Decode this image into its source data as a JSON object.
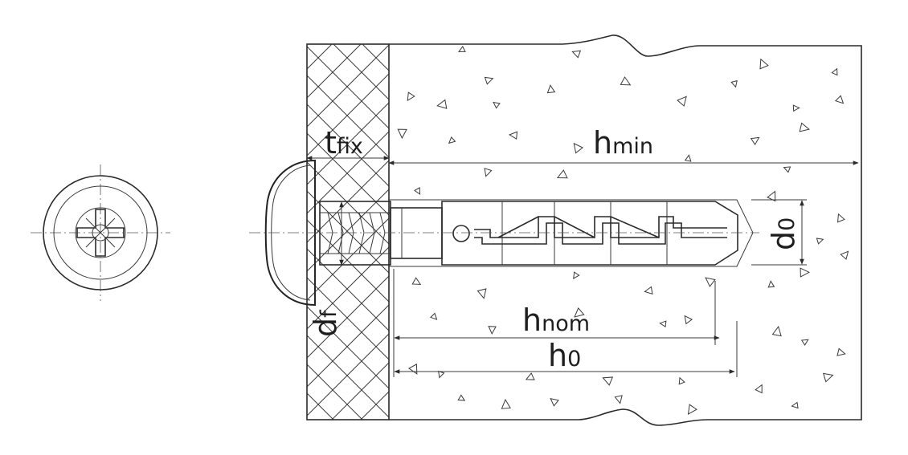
{
  "labels": {
    "t_fix": {
      "main": "t",
      "sub": "fix"
    },
    "h_min": {
      "main": "h",
      "sub": "min"
    },
    "d_0": {
      "main": "d",
      "sub": "0"
    },
    "d_f": {
      "main": "d",
      "sub": "f"
    },
    "h_nom": {
      "main": "h",
      "sub": "nom"
    },
    "h_0": {
      "main": "h",
      "sub": "0"
    }
  },
  "colors": {
    "line": "#2b2b2b",
    "background": "#ffffff"
  },
  "icons": {
    "screw_head_front": "pozidriv-screw-head-icon"
  }
}
